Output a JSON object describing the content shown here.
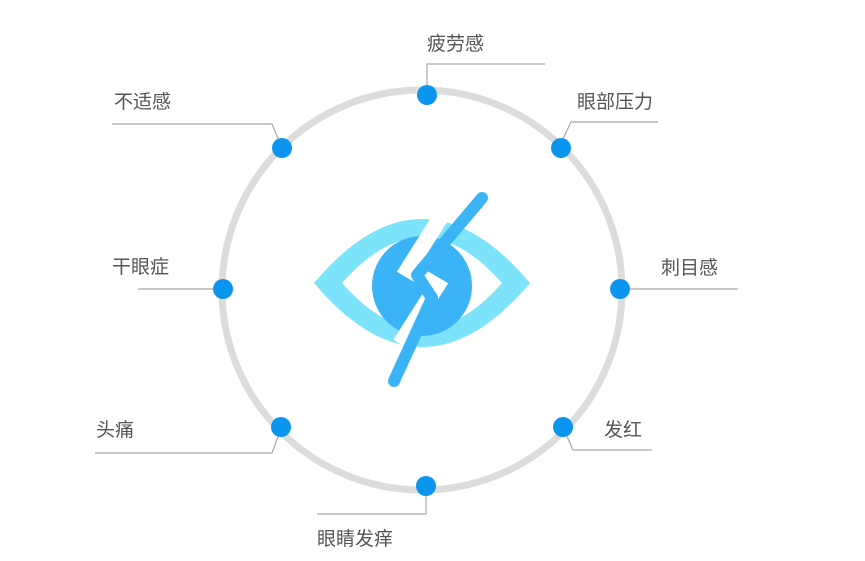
{
  "symptoms": [
    {
      "label": "疲劳感"
    },
    {
      "label": "眼部压力"
    },
    {
      "label": "刺目感"
    },
    {
      "label": "发红"
    },
    {
      "label": "眼睛发痒"
    },
    {
      "label": "头痛"
    },
    {
      "label": "干眼症"
    },
    {
      "label": "不适感"
    }
  ],
  "colors": {
    "ring": "#dcdcdc",
    "node": "#0b95ef",
    "connector": "#a9a9a9",
    "label": "#555555",
    "eye_outer": "#7de3fb",
    "eye_iris": "#3ab4f6",
    "slash": "#3ab4f6"
  },
  "center_icon": "eye-off-icon"
}
